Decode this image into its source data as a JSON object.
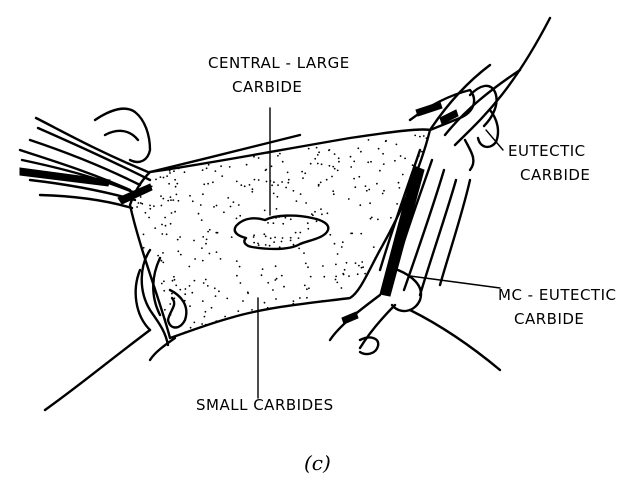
{
  "labels": {
    "central_line1": "CENTRAL - LARGE",
    "central_line2": "CARBIDE",
    "eutectic_line1": "EUTECTIC",
    "eutectic_line2": "CARBIDE",
    "mc_line1": "MC - EUTECTIC",
    "mc_line2": "CARBIDE",
    "small": "SMALL CARBIDES"
  },
  "caption": "(c)"
}
